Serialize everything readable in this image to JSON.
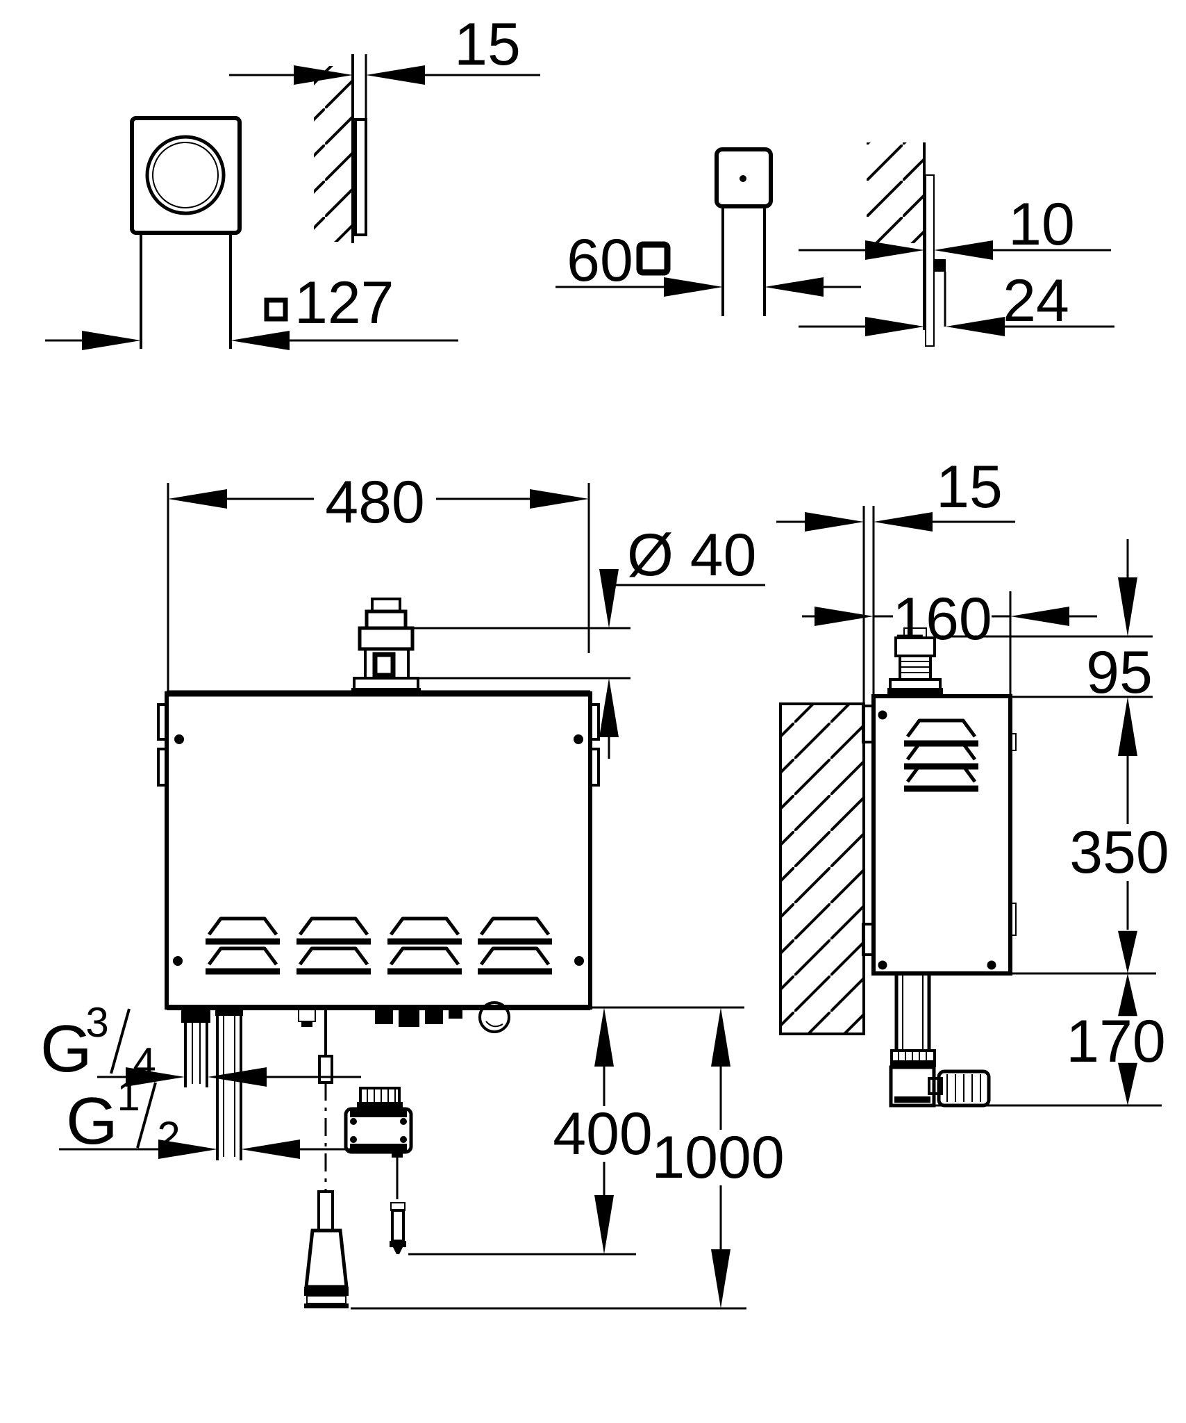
{
  "drawing": {
    "background": "#ffffff",
    "line_color": "#000000",
    "top_left_view": {
      "wall_thickness": "15",
      "faceplate_size": "127"
    },
    "top_right_view": {
      "knob_size": "60",
      "knob_plate_offset": "10",
      "knob_total_offset": "24"
    },
    "front_view": {
      "width": "480",
      "steam_outlet": "Ø 40",
      "hot_water": {
        "g": "G",
        "num": "3",
        "den": "4"
      },
      "cold_water": {
        "g": "G",
        "num": "1",
        "den": "2"
      },
      "control_cable": "400",
      "power_cable": "1000"
    },
    "side_view": {
      "wall_gap": "15",
      "depth": "160",
      "outlet_height": "95",
      "height": "350",
      "drain_drop": "170"
    }
  }
}
